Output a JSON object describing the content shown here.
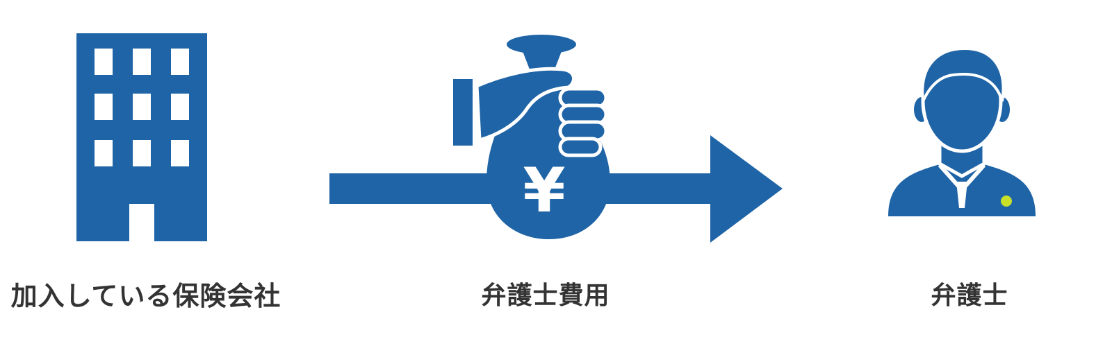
{
  "colors": {
    "primary": "#1f64a6",
    "accent_pin": "#c9e02a",
    "text": "#333333",
    "background": "#ffffff"
  },
  "nodes": [
    {
      "id": "company",
      "icon": "office-building-icon",
      "label": "加入している保険会社"
    },
    {
      "id": "fee",
      "icon": "money-bag-yen-icon",
      "label": "弁護士費用"
    },
    {
      "id": "lawyer",
      "icon": "lawyer-person-icon",
      "label": "弁護士"
    }
  ],
  "flow": {
    "icon": "right-arrow-icon",
    "yen_symbol": "¥"
  }
}
